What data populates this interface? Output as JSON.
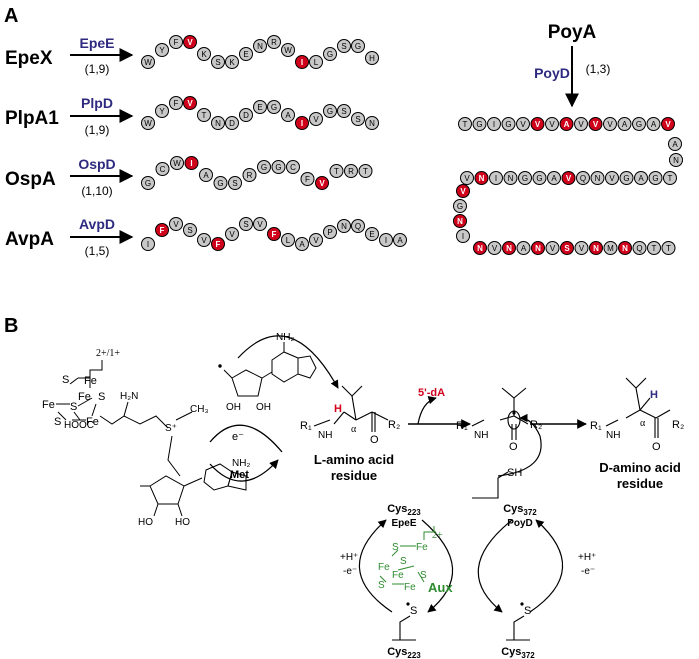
{
  "panel_a": {
    "label": "A",
    "rows": [
      {
        "precursor": "EpeX",
        "enzyme": "EpeE",
        "spacing": "(1,9)",
        "residues": [
          {
            "aa": "W",
            "epi": false
          },
          {
            "aa": "Y",
            "epi": false
          },
          {
            "aa": "F",
            "epi": false
          },
          {
            "aa": "V",
            "epi": true
          },
          {
            "aa": "K",
            "epi": false
          },
          {
            "aa": "S",
            "epi": false
          },
          {
            "aa": "K",
            "epi": false
          },
          {
            "aa": "E",
            "epi": false
          },
          {
            "aa": "N",
            "epi": false
          },
          {
            "aa": "R",
            "epi": false
          },
          {
            "aa": "W",
            "epi": false
          },
          {
            "aa": "I",
            "epi": true
          },
          {
            "aa": "L",
            "epi": false
          },
          {
            "aa": "G",
            "epi": false
          },
          {
            "aa": "S",
            "epi": false
          },
          {
            "aa": "G",
            "epi": false
          },
          {
            "aa": "H",
            "epi": false
          }
        ]
      },
      {
        "precursor": "PlpA1",
        "enzyme": "PlpD",
        "spacing": "(1,9)",
        "residues": [
          {
            "aa": "W",
            "epi": false
          },
          {
            "aa": "Y",
            "epi": false
          },
          {
            "aa": "F",
            "epi": false
          },
          {
            "aa": "V",
            "epi": true
          },
          {
            "aa": "T",
            "epi": false
          },
          {
            "aa": "N",
            "epi": false
          },
          {
            "aa": "D",
            "epi": false
          },
          {
            "aa": "D",
            "epi": false
          },
          {
            "aa": "E",
            "epi": false
          },
          {
            "aa": "G",
            "epi": false
          },
          {
            "aa": "A",
            "epi": false
          },
          {
            "aa": "I",
            "epi": true
          },
          {
            "aa": "V",
            "epi": false
          },
          {
            "aa": "G",
            "epi": false
          },
          {
            "aa": "S",
            "epi": false
          },
          {
            "aa": "S",
            "epi": false
          },
          {
            "aa": "N",
            "epi": false
          }
        ]
      },
      {
        "precursor": "OspA",
        "enzyme": "OspD",
        "spacing": "(1,10)",
        "residues": [
          {
            "aa": "G",
            "epi": false
          },
          {
            "aa": "C",
            "epi": false
          },
          {
            "aa": "W",
            "epi": false
          },
          {
            "aa": "I",
            "epi": true
          },
          {
            "aa": "A",
            "epi": false
          },
          {
            "aa": "G",
            "epi": false
          },
          {
            "aa": "S",
            "epi": false
          },
          {
            "aa": "R",
            "epi": false
          },
          {
            "aa": "G",
            "epi": false
          },
          {
            "aa": "G",
            "epi": false
          },
          {
            "aa": "C",
            "epi": false
          },
          {
            "aa": "F",
            "epi": false
          },
          {
            "aa": "V",
            "epi": true
          },
          {
            "aa": "T",
            "epi": false
          },
          {
            "aa": "R",
            "epi": false
          },
          {
            "aa": "T",
            "epi": false
          }
        ]
      },
      {
        "precursor": "AvpA",
        "enzyme": "AvpD",
        "spacing": "(1,5)",
        "residues": [
          {
            "aa": "I",
            "epi": false
          },
          {
            "aa": "F",
            "epi": true
          },
          {
            "aa": "V",
            "epi": false
          },
          {
            "aa": "S",
            "epi": false
          },
          {
            "aa": "V",
            "epi": false
          },
          {
            "aa": "F",
            "epi": true
          },
          {
            "aa": "V",
            "epi": false
          },
          {
            "aa": "S",
            "epi": false
          },
          {
            "aa": "V",
            "epi": false
          },
          {
            "aa": "F",
            "epi": true
          },
          {
            "aa": "L",
            "epi": false
          },
          {
            "aa": "A",
            "epi": false
          },
          {
            "aa": "V",
            "epi": false
          },
          {
            "aa": "P",
            "epi": false
          },
          {
            "aa": "N",
            "epi": false
          },
          {
            "aa": "Q",
            "epi": false
          },
          {
            "aa": "E",
            "epi": false
          },
          {
            "aa": "I",
            "epi": false
          },
          {
            "aa": "A",
            "epi": false
          }
        ]
      }
    ],
    "poya": {
      "precursor": "PoyA",
      "enzyme": "PoyD",
      "spacing": "(1,3)",
      "row1": [
        "T",
        "G",
        "I",
        "G",
        "V",
        "V",
        "V",
        "A",
        "V",
        "V",
        "V",
        "A",
        "G",
        "A",
        "V"
      ],
      "row1_epi": [
        false,
        false,
        false,
        false,
        false,
        true,
        false,
        true,
        false,
        true,
        false,
        false,
        false,
        false,
        true
      ],
      "right_turn": [
        "A",
        "N"
      ],
      "row2": [
        "T",
        "G",
        "A",
        "G",
        "V",
        "N",
        "Q",
        "V",
        "A",
        "G",
        "G",
        "N",
        "I",
        "N",
        "V"
      ],
      "row2_epi": [
        false,
        false,
        false,
        false,
        false,
        false,
        false,
        true,
        false,
        false,
        false,
        false,
        false,
        true,
        false
      ],
      "left_turn": [
        "V",
        "G",
        "N",
        "I"
      ],
      "left_turn_epi": [
        true,
        false,
        true,
        false
      ],
      "row3": [
        "N",
        "V",
        "N",
        "A",
        "N",
        "V",
        "S",
        "V",
        "N",
        "M",
        "N",
        "Q",
        "T",
        "T"
      ],
      "row3_epi": [
        true,
        false,
        true,
        false,
        true,
        false,
        true,
        false,
        true,
        false,
        true,
        false,
        false,
        false
      ]
    }
  },
  "panel_b": {
    "label": "B",
    "sam_cluster": {
      "charge": "2+/1+",
      "s": "S",
      "fe": "Fe"
    },
    "sam": {
      "amine": "H₂N",
      "carboxyl": "HOOC",
      "sulfonium": "S⁺",
      "methyl": "CH₃",
      "nh2": "NH₂",
      "ho": "HO",
      "oh": "OH"
    },
    "electron": "e⁻",
    "met": "Met",
    "dA": "5'-dA",
    "l_aa": {
      "h": "H",
      "r1": "R₁",
      "nh": "NH",
      "alpha": "α",
      "o": "O",
      "r2": "R₂",
      "title_1": "L-amino acid",
      "title_2": "residue"
    },
    "d_aa": {
      "title_1": "D-amino acid",
      "title_2": "residue"
    },
    "sh": "SH",
    "s_radical": "S",
    "cys_epe": {
      "prefix": "Cys",
      "number": "223",
      "enzyme": "EpeE"
    },
    "cys_poy": {
      "prefix": "Cys",
      "number": "372",
      "enzyme": "PoyD"
    },
    "proton_in": "+H⁺",
    "electron_out": "-e⁻",
    "aux": {
      "charge": "2+",
      "label": "Aux"
    }
  },
  "colors": {
    "epimerized": "#d0021b",
    "residue": "#c8c8c8",
    "enzyme": "#2e2a7f",
    "aux": "#2e8b2e"
  }
}
